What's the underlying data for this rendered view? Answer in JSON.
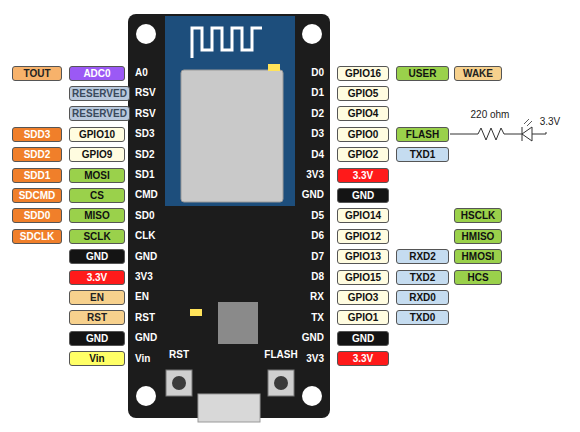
{
  "diagram": {
    "nodes": [
      {
        "text": [
          "TOUT"
        ]
      },
      {
        "text": [
          "ADC0"
        ]
      },
      {
        "text": [
          "RESERVED"
        ]
      },
      {
        "text": [
          "RESERVED"
        ]
      },
      {
        "text": [
          "SDD3"
        ]
      },
      {
        "text": [
          "GPIO10"
        ]
      },
      {
        "text": [
          "SDD2"
        ]
      },
      {
        "text": [
          "GPIO9"
        ]
      },
      {
        "text": [
          "SDD1"
        ]
      },
      {
        "text": [
          "MOSI"
        ]
      },
      {
        "text": [
          "SDCMD"
        ]
      },
      {
        "text": [
          "CS"
        ]
      },
      {
        "text": [
          "SDD0"
        ]
      },
      {
        "text": [
          "MISO"
        ]
      },
      {
        "text": [
          "SDCLK"
        ]
      },
      {
        "text": [
          "SCLK"
        ]
      },
      {
        "text": [
          "GND"
        ]
      },
      {
        "text": [
          "3.3V"
        ]
      },
      {
        "text": [
          "EN"
        ]
      },
      {
        "text": [
          "RST"
        ]
      },
      {
        "text": [
          "GND"
        ]
      },
      {
        "text": [
          "Vin"
        ]
      },
      {
        "text": [
          "GPIO16"
        ]
      },
      {
        "text": [
          "USER"
        ]
      },
      {
        "text": [
          "WAKE"
        ]
      },
      {
        "text": [
          "GPIO5"
        ]
      },
      {
        "text": [
          "GPIO4"
        ]
      },
      {
        "text": [
          "GPIO0"
        ]
      },
      {
        "text": [
          "FLASH"
        ]
      },
      {
        "text": [
          "GPIO2"
        ]
      },
      {
        "text": [
          "TXD1"
        ]
      },
      {
        "text": [
          "3.3V"
        ]
      },
      {
        "text": [
          "GND"
        ]
      },
      {
        "text": [
          "GPIO14"
        ]
      },
      {
        "text": [
          "HSCLK"
        ]
      },
      {
        "text": [
          "GPIO12"
        ]
      },
      {
        "text": [
          "HMISO"
        ]
      },
      {
        "text": [
          "GPIO13"
        ]
      },
      {
        "text": [
          "RXD2"
        ]
      },
      {
        "text": [
          "HMOSI"
        ]
      },
      {
        "text": [
          "GPIO15"
        ]
      },
      {
        "text": [
          "TXD2"
        ]
      },
      {
        "text": [
          "HCS"
        ]
      },
      {
        "text": [
          "GPIO3"
        ]
      },
      {
        "text": [
          "RXD0"
        ]
      },
      {
        "text": [
          "GPIO1"
        ]
      },
      {
        "text": [
          "TXD0"
        ]
      },
      {
        "text": [
          "GND"
        ]
      },
      {
        "text": [
          "3.3V"
        ]
      }
    ],
    "labels": [
      "A0",
      "RSV",
      "RSV",
      "SD3",
      "SD2",
      "SD1",
      "CMD",
      "SD0",
      "CLK",
      "GND",
      "3V3",
      "EN",
      "RST",
      "GND",
      "Vin",
      "D0",
      "D1",
      "D2",
      "D3",
      "D4",
      "3V3",
      "GND",
      "D5",
      "D6",
      "D7",
      "D8",
      "RX",
      "TX",
      "GND",
      "3V3",
      "RST",
      "FLASH",
      "220 ohm",
      "3.3V"
    ]
  }
}
